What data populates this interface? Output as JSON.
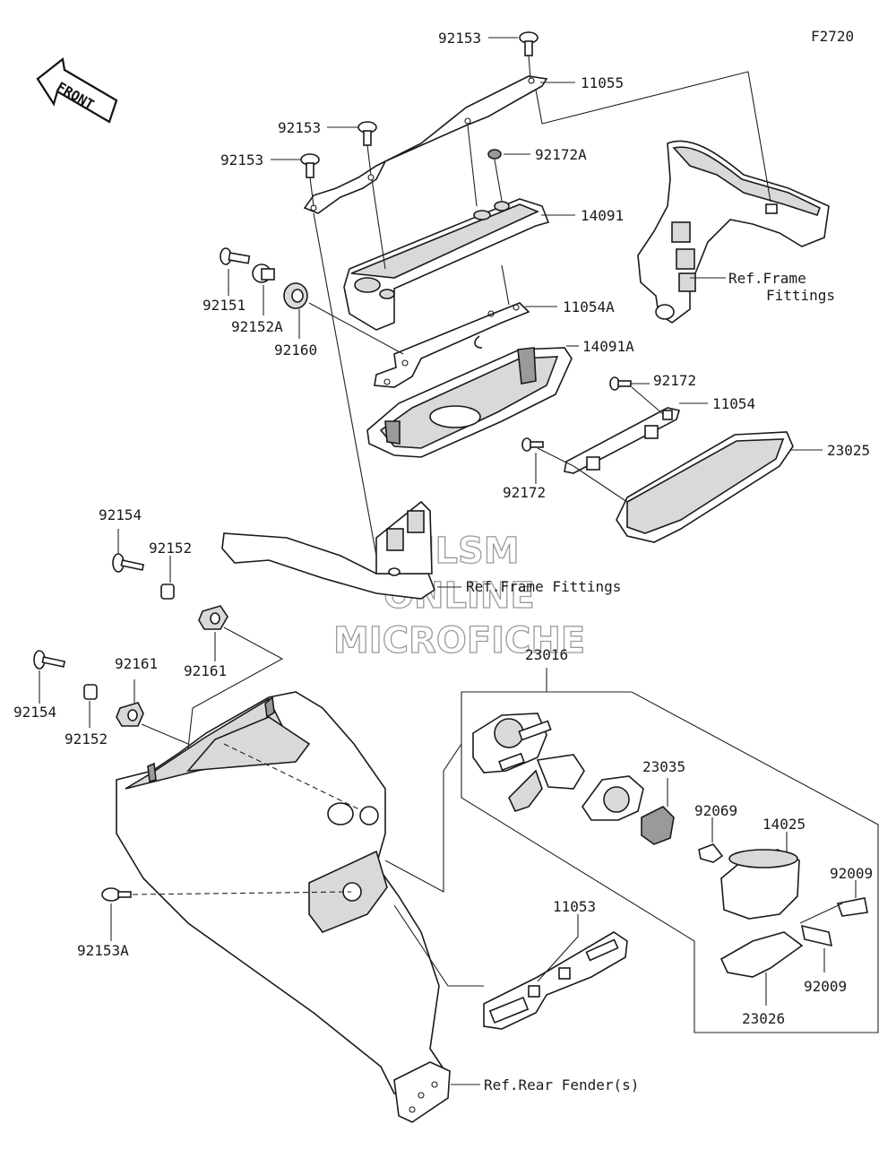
{
  "figure_code": "F2720",
  "front_arrow": {
    "label": "FRONT",
    "icon": "front-arrow-icon"
  },
  "watermark": {
    "line1": "HLSM",
    "line2": "ONLINE",
    "line3": "MICROFICHE"
  },
  "references": {
    "frame_fittings_upper_1": "Ref.Frame",
    "frame_fittings_upper_2": "Fittings",
    "frame_fittings_lower": "Ref.Frame Fittings",
    "rear_fender": "Ref.Rear Fender(s)"
  },
  "callouts": {
    "c92153_top": "92153",
    "c11055": "11055",
    "c92153_mid": "92153",
    "c92172A": "92172A",
    "c92153_left": "92153",
    "c14091": "14091",
    "c92151": "92151",
    "c92152A": "92152A",
    "c92160": "92160",
    "c11054A": "11054A",
    "c14091A": "14091A",
    "c92172_upper": "92172",
    "c11054": "11054",
    "c23025": "23025",
    "c92172_lower": "92172",
    "c92154_upper": "92154",
    "c92152_upper": "92152",
    "c92161_right": "92161",
    "c92161_left": "92161",
    "c92154_lower": "92154",
    "c92152_lower": "92152",
    "c23016": "23016",
    "c23035": "23035",
    "c92069": "92069",
    "c14025": "14025",
    "c92009_upper": "92009",
    "c92009_lower": "92009",
    "c23026": "23026",
    "c11053": "11053",
    "c92153A": "92153A"
  }
}
